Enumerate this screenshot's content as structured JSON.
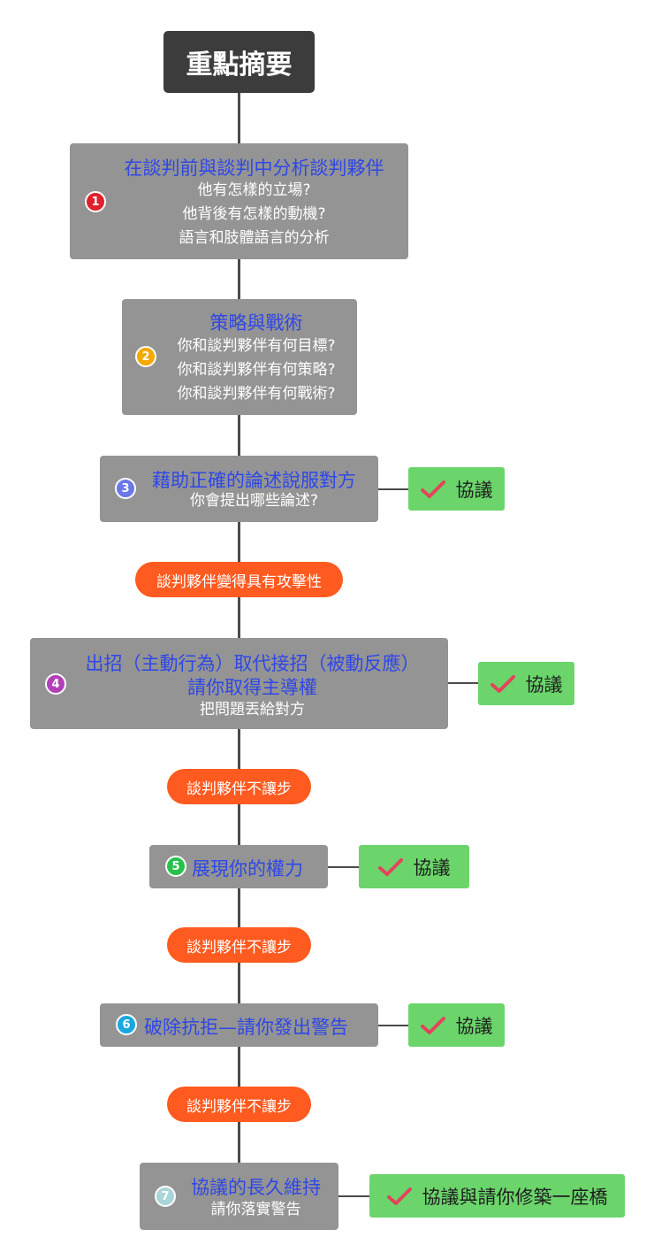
{
  "root": {
    "title": "重點摘要"
  },
  "steps": [
    {
      "num": "1",
      "title": "在談判前與談判中分析談判夥伴",
      "lines": [
        "他有怎樣的立場?",
        "他背後有怎樣的動機?",
        "語言和肢體語言的分析"
      ]
    },
    {
      "num": "2",
      "title": "策略與戰術",
      "lines": [
        "你和談判夥伴有何目標?",
        "你和談判夥伴有何策略?",
        "你和談判夥伴有何戰術?"
      ]
    },
    {
      "num": "3",
      "title": "藉助正確的論述說服對方",
      "lines": [
        "你會提出哪些論述?"
      ]
    },
    {
      "num": "4",
      "title_lines": [
        "出招（主動行為）取代接招（被動反應）",
        "請你取得主導權"
      ],
      "lines": [
        "把問題丟給對方"
      ]
    },
    {
      "num": "5",
      "title": "展現你的權力"
    },
    {
      "num": "6",
      "title": "破除抗拒—請你發出警告"
    },
    {
      "num": "7",
      "title": "協議的長久維持",
      "lines": [
        "請你落實警告"
      ]
    }
  ],
  "warnings": [
    "談判夥伴變得具有攻擊性",
    "談判夥伴不讓步",
    "談判夥伴不讓步",
    "談判夥伴不讓步"
  ],
  "agreements": [
    "協議",
    "協議",
    "協議",
    "協議",
    "協議與請你修築一座橋"
  ],
  "colors": {
    "badge_1": "#e0202b",
    "badge_2": "#f2a900",
    "badge_3": "#6b78e6",
    "badge_4": "#b23fb8",
    "badge_5": "#29c14c",
    "badge_6": "#1aa7e0",
    "badge_7": "#a9d6d8",
    "node_bg": "#949494",
    "title_blue": "#2f47e6",
    "warning_orange": "#ff5a1f",
    "agree_green": "#6bd56b"
  }
}
